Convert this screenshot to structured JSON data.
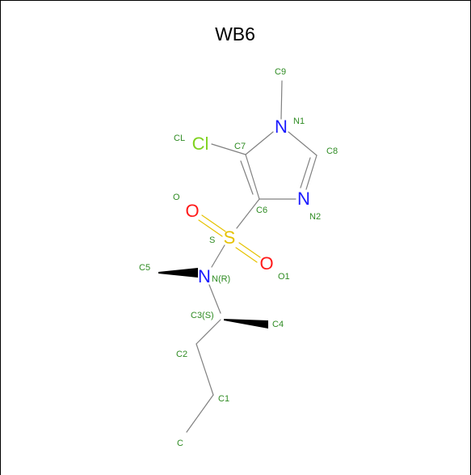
{
  "title": "WB6",
  "colors": {
    "carbon_label": "#2e8b22",
    "nitrogen": "#1a1aff",
    "oxygen": "#ff1a1a",
    "sulfur": "#e6c200",
    "chlorine": "#7fd21f",
    "bond": "#808080"
  },
  "atoms": {
    "n1": {
      "symbol": "N",
      "label": "N1"
    },
    "n2": {
      "symbol": "N",
      "label": "N2"
    },
    "c6": {
      "label": "C6"
    },
    "c7": {
      "label": "C7"
    },
    "c8": {
      "label": "C8"
    },
    "c9": {
      "label": "C9"
    },
    "cl": {
      "symbol": "Cl",
      "label": "CL"
    },
    "s": {
      "symbol": "S",
      "label": "S"
    },
    "o": {
      "symbol": "O",
      "label": "O"
    },
    "o1": {
      "symbol": "O",
      "label": "O1"
    },
    "n": {
      "symbol": "N",
      "label": "N(R)"
    },
    "c5": {
      "label": "C5"
    },
    "c3": {
      "label": "C3(S)"
    },
    "c4": {
      "label": "C4"
    },
    "c2": {
      "label": "C2"
    },
    "c1": {
      "label": "C1"
    },
    "c": {
      "label": "C"
    }
  }
}
